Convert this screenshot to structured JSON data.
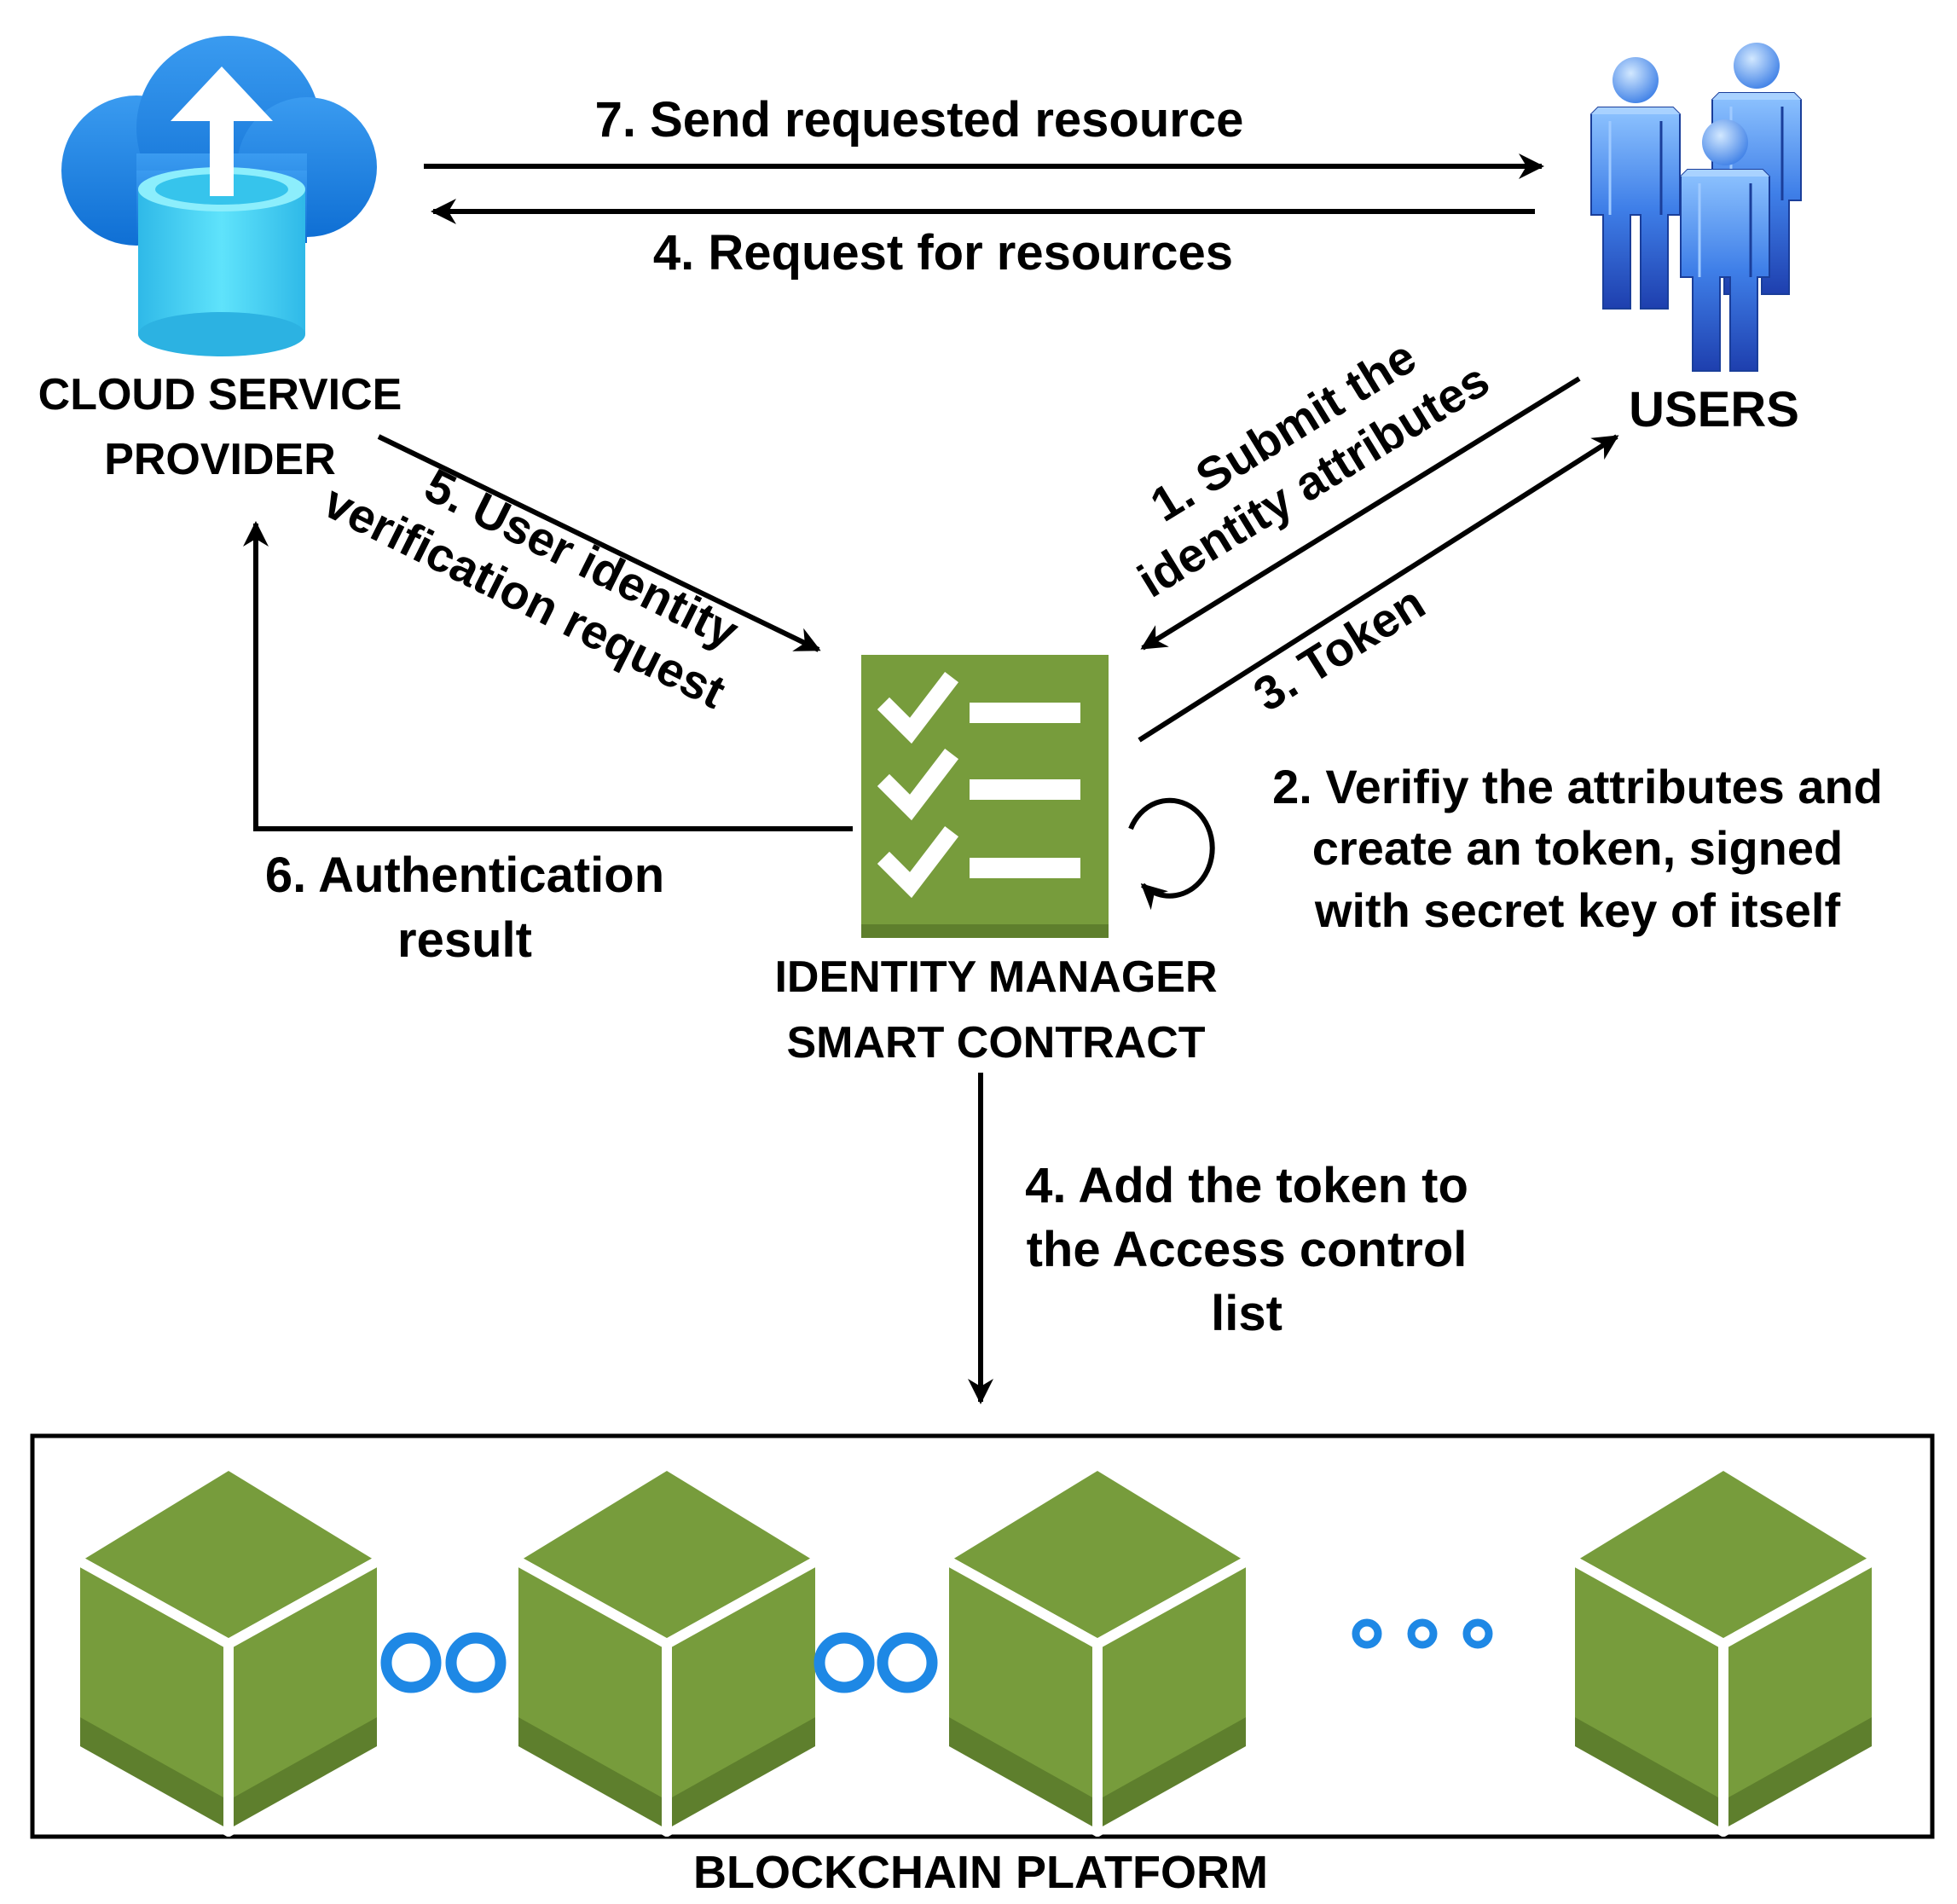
{
  "nodes": {
    "cloud": {
      "label_line1": "CLOUD SERVICE",
      "label_line2": "PROVIDER",
      "icon": "cloud-storage-upload-icon"
    },
    "users": {
      "label": "USERS",
      "icon": "users-group-icon"
    },
    "identity_manager": {
      "label_line1": "IDENTITY MANAGER",
      "label_line2": "SMART CONTRACT",
      "icon": "checklist-icon"
    },
    "blockchain": {
      "label": "BLOCKCHAIN PLATFORM",
      "icon": "block-icon",
      "ellipsis": "..."
    }
  },
  "edges": {
    "step7": "7. Send requested resource",
    "step4_request": "4. Request for resources",
    "step1_line1": "1. Submit the",
    "step1_line2": "identity attributes",
    "step3": "3. Token",
    "step2_line1": "2. Verifiy the attributes and",
    "step2_line2": "create an token, signed",
    "step2_line3": "with secret key of itself",
    "step5_line1": "5. User identity",
    "step5_line2": "verification request",
    "step6_line1": "6. Authentication",
    "step6_line2": "result",
    "step4_add_line1": "4. Add the token to",
    "step4_add_line2": "the Access control",
    "step4_add_line3": "list"
  },
  "colors": {
    "block_green": "#779c3c",
    "block_dark": "#5e7f2d",
    "link_blue": "#1e88e5",
    "cloud_blue": "#1b80df",
    "cylinder_cyan": "#3ed0f5",
    "users_blue": "#3a7df0"
  }
}
